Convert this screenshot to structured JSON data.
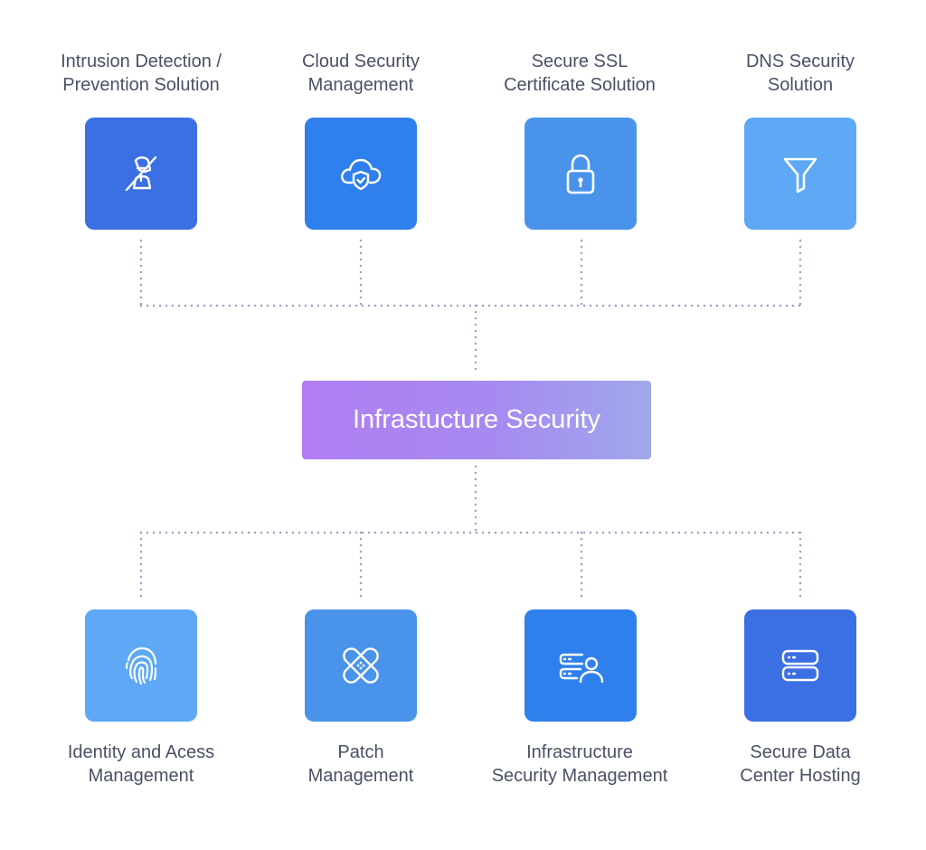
{
  "center": {
    "title": "Infrastucture Security"
  },
  "top_nodes": [
    {
      "lines": [
        "Intrusion Detection /",
        "Prevention Solution"
      ],
      "icon": "hacker-blocked-icon",
      "color": "#3b6fe4"
    },
    {
      "lines": [
        "Cloud Security",
        "Management"
      ],
      "icon": "cloud-shield-icon",
      "color": "#2f80ed"
    },
    {
      "lines": [
        "Secure SSL",
        "Certificate Solution"
      ],
      "icon": "padlock-icon",
      "color": "#4a93ea"
    },
    {
      "lines": [
        "DNS Security",
        "Solution"
      ],
      "icon": "filter-icon",
      "color": "#5ea8f5"
    }
  ],
  "bottom_nodes": [
    {
      "lines": [
        "Identity and Acess",
        "Management"
      ],
      "icon": "fingerprint-icon",
      "color": "#5ea8f5"
    },
    {
      "lines": [
        "Patch",
        "Management"
      ],
      "icon": "bandage-icon",
      "color": "#4a93ea"
    },
    {
      "lines": [
        "Infrastructure",
        "Security Management"
      ],
      "icon": "server-user-icon",
      "color": "#2f80ed"
    },
    {
      "lines": [
        "Secure Data",
        "Center Hosting"
      ],
      "icon": "server-stack-icon",
      "color": "#3b6fe4"
    }
  ],
  "connector_color": "#9aa4c2"
}
